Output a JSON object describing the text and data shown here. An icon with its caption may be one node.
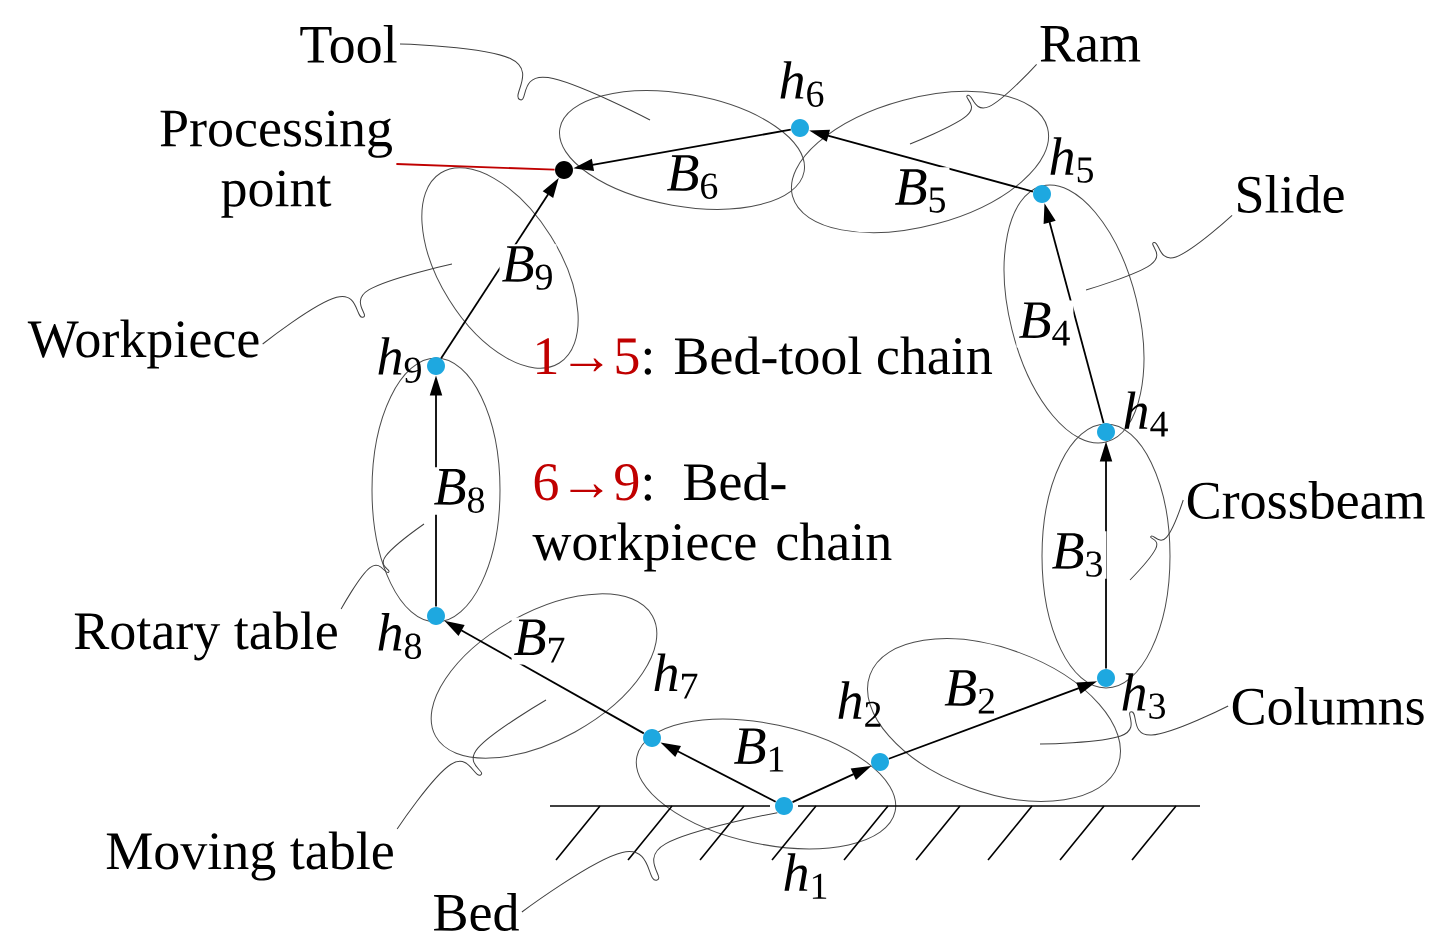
{
  "diagram": {
    "nodes": [
      {
        "text": [
          "Tool"
        ]
      },
      {
        "text": [
          "Ram"
        ]
      },
      {
        "text": [
          "Slide"
        ]
      },
      {
        "text": [
          "Crossbeam"
        ]
      },
      {
        "text": [
          "Columns"
        ]
      },
      {
        "text": [
          "Bed"
        ]
      },
      {
        "text": [
          "Moving table"
        ]
      },
      {
        "text": [
          "Rotary table"
        ]
      },
      {
        "text": [
          "Workpiece"
        ]
      },
      {
        "text": [
          "Processing point"
        ]
      },
      {
        "text": [],
        "shape": "circle",
        "beside": [
          "*h*$_{1}$"
        ]
      },
      {
        "text": [],
        "shape": "circle",
        "beside": [
          "*h*$_{2}$"
        ]
      },
      {
        "text": [],
        "shape": "circle",
        "beside": [
          "*h*$_{3}$"
        ]
      },
      {
        "text": [],
        "shape": "circle",
        "beside": [
          "*h*$_{4}$"
        ]
      },
      {
        "text": [],
        "shape": "circle",
        "beside": [
          "*h*$_{5}$"
        ]
      },
      {
        "text": [],
        "shape": "circle",
        "beside": [
          "*h*$_{6}$"
        ]
      },
      {
        "text": [],
        "shape": "circle",
        "beside": [
          "*h*$_{7}$"
        ]
      },
      {
        "text": [],
        "shape": "circle",
        "beside": [
          "*h*$_{8}$"
        ]
      },
      {
        "text": [],
        "shape": "circle",
        "beside": [
          "*h*$_{9}$"
        ]
      },
      {
        "text": [],
        "shape": "circle"
      }
    ],
    "edges": [
      {
        "from": 10,
        "to": 16,
        "arrow": "to"
      },
      {
        "from": 10,
        "to": 11,
        "arrow": "to"
      },
      {
        "from": 11,
        "to": 12,
        "arrow": "to",
        "label": "*B*$_{2}$"
      },
      {
        "from": 12,
        "to": 13,
        "arrow": "to",
        "label": "*B*$_{3}$"
      },
      {
        "from": 13,
        "to": 14,
        "arrow": "to",
        "label": "*B*$_{4}$"
      },
      {
        "from": 14,
        "to": 15,
        "arrow": "to",
        "label": "*B*$_{5}$"
      },
      {
        "from": 15,
        "to": 19,
        "arrow": "to",
        "label": "*B*$_{6}$"
      },
      {
        "from": 16,
        "to": 17,
        "arrow": "to",
        "label": "*B*$_{7}$"
      },
      {
        "from": 17,
        "to": 18,
        "arrow": "to",
        "label": "*B*$_{8}$"
      },
      {
        "from": 18,
        "to": 19,
        "arrow": "to",
        "label": "*B*$_{9}$"
      },
      {
        "from": 0,
        "to": null,
        "arrow": "none"
      },
      {
        "from": 1,
        "to": null,
        "arrow": "none"
      },
      {
        "from": 2,
        "to": null,
        "arrow": "none"
      },
      {
        "from": 3,
        "to": null,
        "arrow": "none"
      },
      {
        "from": 4,
        "to": null,
        "arrow": "none"
      },
      {
        "from": 5,
        "to": 10,
        "arrow": "none"
      },
      {
        "from": 6,
        "to": null,
        "arrow": "none"
      },
      {
        "from": 7,
        "to": null,
        "arrow": "none"
      },
      {
        "from": 8,
        "to": null,
        "arrow": "none"
      },
      {
        "from": 9,
        "to": 19,
        "arrow": "none",
        "color": "#c00000"
      }
    ],
    "labels": [
      "*B*$_{1}$",
      "1→5",
      ": Bed-tool chain",
      "6→9",
      ": Bed-workpiece chain"
    ]
  }
}
